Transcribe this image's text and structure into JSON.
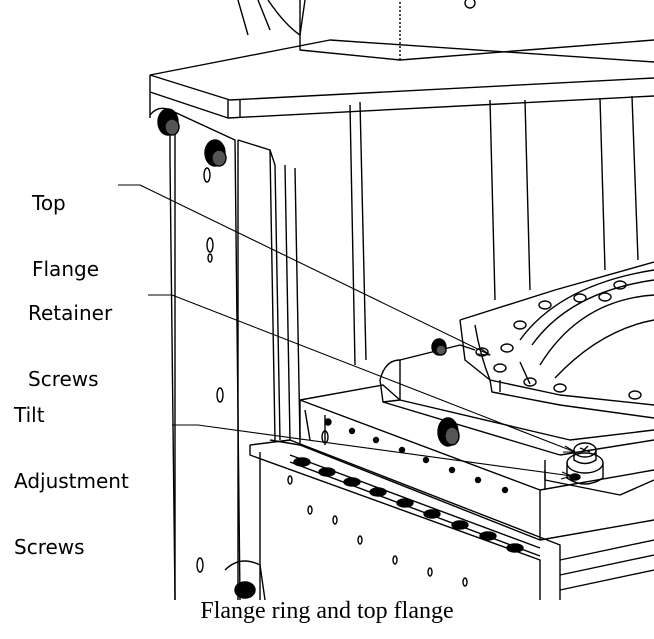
{
  "labels": {
    "top_flange": {
      "line1": "Top",
      "line2": "Flange"
    },
    "retainer_screws": {
      "line1": "Retainer",
      "line2": "Screws"
    },
    "tilt_adjustment_screws": {
      "line1": "Tilt",
      "line2": "Adjustment",
      "line3": "Screws"
    }
  },
  "caption": "Flange ring and top flange"
}
